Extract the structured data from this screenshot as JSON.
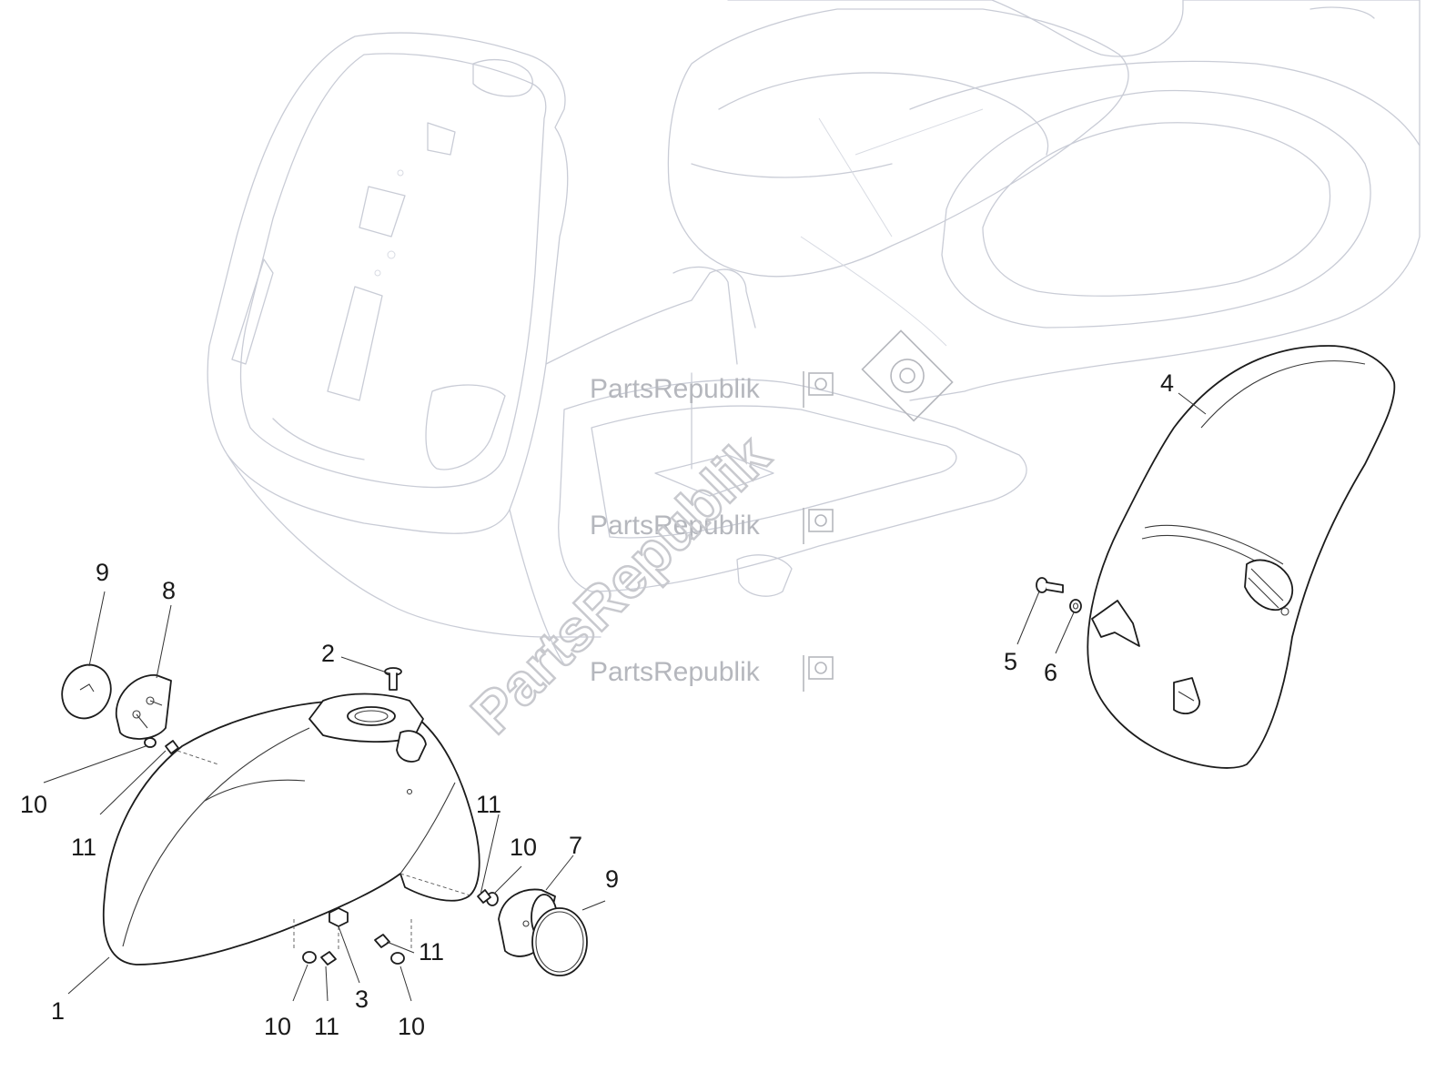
{
  "diagram": {
    "watermark": {
      "text": "PartsRepublik",
      "big_text": "PartsRepublik",
      "icon": "gear-flag-icon"
    },
    "callouts": [
      {
        "id": "c1",
        "label": "1"
      },
      {
        "id": "c2",
        "label": "2"
      },
      {
        "id": "c3",
        "label": "3"
      },
      {
        "id": "c4",
        "label": "4"
      },
      {
        "id": "c5",
        "label": "5"
      },
      {
        "id": "c6",
        "label": "6"
      },
      {
        "id": "c7",
        "label": "7"
      },
      {
        "id": "c8",
        "label": "8"
      },
      {
        "id": "c9a",
        "label": "9"
      },
      {
        "id": "c9b",
        "label": "9"
      },
      {
        "id": "c10a",
        "label": "10"
      },
      {
        "id": "c10b",
        "label": "10"
      },
      {
        "id": "c10c",
        "label": "10"
      },
      {
        "id": "c10d",
        "label": "10"
      },
      {
        "id": "c11a",
        "label": "11"
      },
      {
        "id": "c11b",
        "label": "11"
      },
      {
        "id": "c11c",
        "label": "11"
      },
      {
        "id": "c11d",
        "label": "11"
      }
    ]
  }
}
